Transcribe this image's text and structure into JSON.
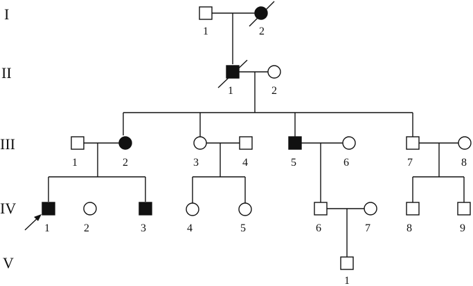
{
  "generations": [
    {
      "id": "I",
      "label": "I"
    },
    {
      "id": "II",
      "label": "II"
    },
    {
      "id": "III",
      "label": "III"
    },
    {
      "id": "IV",
      "label": "IV"
    },
    {
      "id": "V",
      "label": "V"
    }
  ],
  "individuals": [
    {
      "id": "I-1",
      "number": "1",
      "sex": "male",
      "affected": false,
      "deceased": false
    },
    {
      "id": "I-2",
      "number": "2",
      "sex": "female",
      "affected": true,
      "deceased": true
    },
    {
      "id": "II-1",
      "number": "1",
      "sex": "male",
      "affected": true,
      "deceased": true
    },
    {
      "id": "II-2",
      "number": "2",
      "sex": "female",
      "affected": false,
      "deceased": false
    },
    {
      "id": "III-1",
      "number": "1",
      "sex": "male",
      "affected": false,
      "deceased": false
    },
    {
      "id": "III-2",
      "number": "2",
      "sex": "female",
      "affected": true,
      "deceased": false
    },
    {
      "id": "III-3",
      "number": "3",
      "sex": "female",
      "affected": false,
      "deceased": false
    },
    {
      "id": "III-4",
      "number": "4",
      "sex": "male",
      "affected": false,
      "deceased": false
    },
    {
      "id": "III-5",
      "number": "5",
      "sex": "male",
      "affected": true,
      "deceased": false
    },
    {
      "id": "III-6",
      "number": "6",
      "sex": "female",
      "affected": false,
      "deceased": false
    },
    {
      "id": "III-7",
      "number": "7",
      "sex": "male",
      "affected": false,
      "deceased": false
    },
    {
      "id": "III-8",
      "number": "8",
      "sex": "female",
      "affected": false,
      "deceased": false
    },
    {
      "id": "IV-1",
      "number": "1",
      "sex": "male",
      "affected": true,
      "deceased": false,
      "proband": true
    },
    {
      "id": "IV-2",
      "number": "2",
      "sex": "female",
      "affected": false,
      "deceased": false
    },
    {
      "id": "IV-3",
      "number": "3",
      "sex": "male",
      "affected": true,
      "deceased": false
    },
    {
      "id": "IV-4",
      "number": "4",
      "sex": "female",
      "affected": false,
      "deceased": false
    },
    {
      "id": "IV-5",
      "number": "5",
      "sex": "female",
      "affected": false,
      "deceased": false
    },
    {
      "id": "IV-6",
      "number": "6",
      "sex": "male",
      "affected": false,
      "deceased": false
    },
    {
      "id": "IV-7",
      "number": "7",
      "sex": "female",
      "affected": false,
      "deceased": false
    },
    {
      "id": "IV-8",
      "number": "8",
      "sex": "male",
      "affected": false,
      "deceased": false
    },
    {
      "id": "IV-9",
      "number": "9",
      "sex": "male",
      "affected": false,
      "deceased": false
    },
    {
      "id": "V-1",
      "number": "1",
      "sex": "male",
      "affected": false,
      "deceased": false
    }
  ],
  "colors": {
    "line": "#111111",
    "affected_fill": "#111111",
    "unaffected_fill": "#ffffff"
  }
}
